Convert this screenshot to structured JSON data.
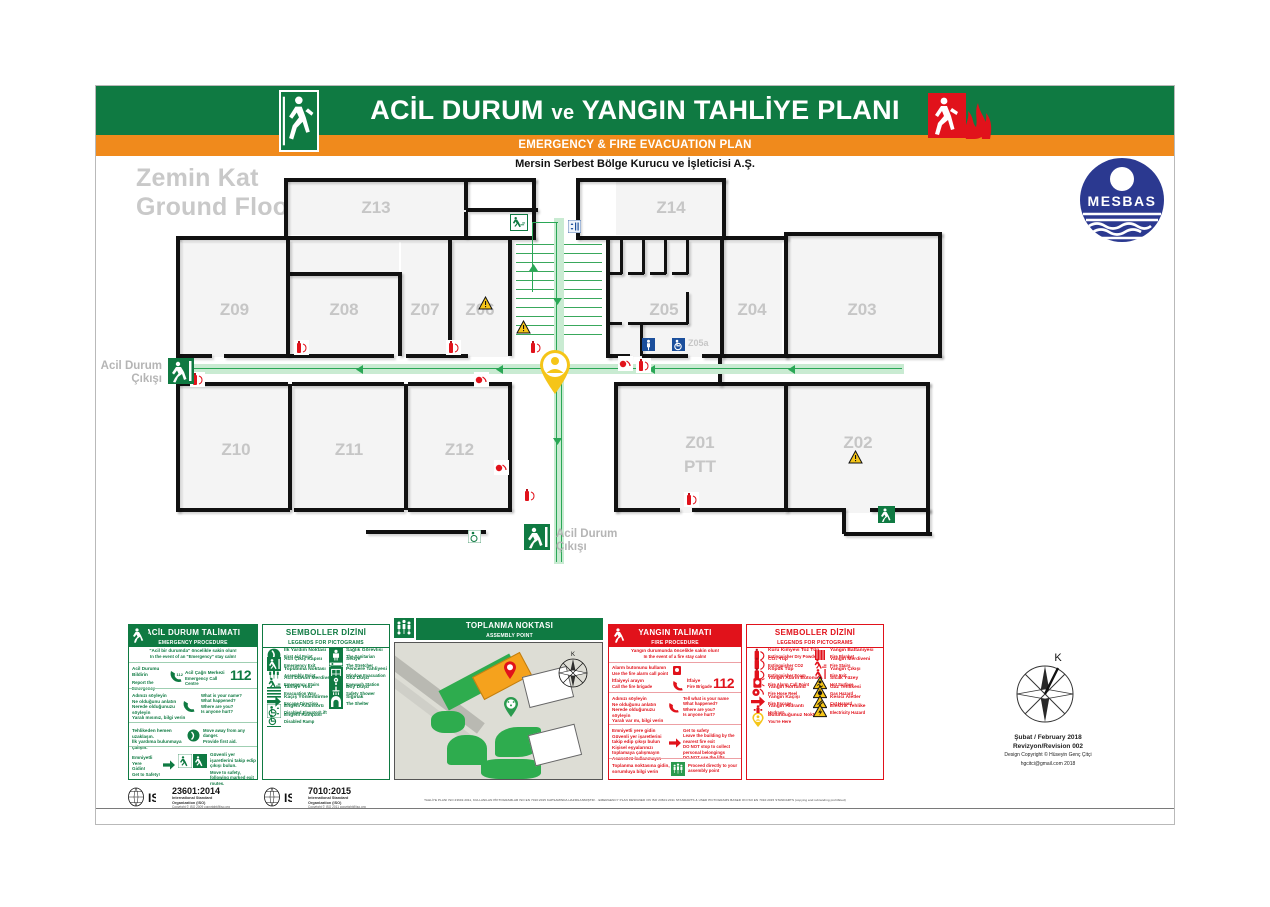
{
  "header": {
    "title_main": "ACİL DURUM",
    "title_ve": "ve",
    "title_rest": "YANGIN TAHLİYE PLANI",
    "subtitle": "EMERGENCY & FIRE EVACUATION PLAN",
    "company": "Mersin Serbest Bölge Kurucu ve İşleticisi A.Ş.",
    "logo_text": "MESBAS",
    "exit_icon": "running-person-exit-icon",
    "fire_icon": "fire-running-person-icon"
  },
  "floor": {
    "label_tr": "Zemin Kat",
    "label_en": "Ground Floor"
  },
  "plan": {
    "rooms": [
      {
        "id": "Z13",
        "label": "Z13"
      },
      {
        "id": "Z14",
        "label": "Z14"
      },
      {
        "id": "Z09",
        "label": "Z09"
      },
      {
        "id": "Z08",
        "label": "Z08"
      },
      {
        "id": "Z07",
        "label": "Z07"
      },
      {
        "id": "Z06",
        "label": "Z06"
      },
      {
        "id": "Z05",
        "label": "Z05"
      },
      {
        "id": "Z05a",
        "label": "Z05a"
      },
      {
        "id": "Z04",
        "label": "Z04"
      },
      {
        "id": "Z03",
        "label": "Z03"
      },
      {
        "id": "Z10",
        "label": "Z10"
      },
      {
        "id": "Z11",
        "label": "Z11"
      },
      {
        "id": "Z12",
        "label": "Z12"
      },
      {
        "id": "Z01",
        "label": "Z01"
      },
      {
        "id": "Z01b",
        "label": "PTT"
      },
      {
        "id": "Z02",
        "label": "Z02"
      }
    ],
    "exit_label_tr": "Acil Durum",
    "exit_label_en": "Çıkışı",
    "you_are_here": "you-are-here-marker"
  },
  "legend_emergency": {
    "title_tr": "ACİL DURUM TALİMATI",
    "title_en": "EMERGENCY PROCEDURE",
    "intro_tr": "\"Acil bir durumda\" öncelikle sakin olun!",
    "intro_en": "In the event of an \"Emergency\" stay calm!",
    "rows": [
      {
        "left_tr": "Acil Durumu Bildirin",
        "left_en": "Report the Emergency",
        "mid_tr": "Acil Çağrı Merkezi",
        "mid_en": "Emergency Call Centre",
        "number": "112"
      },
      {
        "left_tr": "Adınızı söyleyin\nNe olduğunu anlatın\nNerede olduğunuzu söyleyin\nYaralı mısınız, bilgi verin",
        "right_en": "What is your name?\nWhat happened?\nWhere are you?\nIs anyone hurt?"
      },
      {
        "left_tr": "Tehlikeden hemen uzaklaşın.\nİlk yardıma bulunmaya çalışın.",
        "right_en": "Move away from any danger.\nProvide first aid."
      },
      {
        "left_tr": "Emniyetli Yere\nGidin!",
        "left_en": "Get to Safety!",
        "right_tr": "Güvenli yer işaretlerini takip edip çıkışı bulun.",
        "right_en": "Move to safety, following marked exit routes."
      }
    ]
  },
  "legend_symbols_green": {
    "title_tr": "SEMBOLLER DİZİNİ",
    "title_en": "LEGENDS FOR PICTOGRAMS",
    "items": [
      {
        "icon": "first-aid-icon",
        "tr": "İlk Yardım Noktası",
        "en": "First Aid Point"
      },
      {
        "icon": "emergency-exit-icon",
        "tr": "Acil Çıkış Kapısı",
        "en": "Emergency Exit"
      },
      {
        "icon": "assembly-point-icon",
        "tr": "Toplanma Noktası",
        "en": "Assembly Point"
      },
      {
        "icon": "emergency-stairs-icon",
        "tr": "Acil Durum Merdiveni",
        "en": "Emergency Stairs"
      },
      {
        "icon": "evacuation-way-icon",
        "tr": "Tahliye Yolu",
        "en": "Evacuation Way"
      },
      {
        "icon": "escape-direction-icon",
        "tr": "Kaçış Yönlendirme",
        "en": "Escape Direction"
      },
      {
        "icon": "disabled-elevator-icon",
        "tr": "Engelli Asansörü",
        "en": "Disabled Elevator/Lift"
      },
      {
        "icon": "disabled-ramp-icon",
        "tr": "Engelli Rampası",
        "en": "Disabled Ramp"
      },
      {
        "icon": "stretcher-station-icon",
        "tr": "Sağlık Görevlisi",
        "en": "The Sanitarian"
      },
      {
        "icon": "stretcher-icon",
        "tr": "Sedye",
        "en": "The Stretcher"
      },
      {
        "icon": "window-breaker-icon",
        "tr": "Pencere Tahliyesi",
        "en": "Window Evacuation"
      },
      {
        "icon": "eyewash-icon",
        "tr": "Göz Duşu",
        "en": "Eyewash Station"
      },
      {
        "icon": "safety-shower-icon",
        "tr": "Boy Duşu",
        "en": "Safety Shower"
      },
      {
        "icon": "shelter-icon",
        "tr": "Sığınak",
        "en": "The Shelter"
      }
    ]
  },
  "assembly": {
    "title_tr": "TOPLANMA NOKTASI",
    "title_en": "ASSEMBLY POINT",
    "icon": "assembly-point-icon",
    "map_north": "K"
  },
  "legend_fire": {
    "title_tr": "YANGIN TALİMATI",
    "title_en": "FIRE PROCEDURE",
    "intro_tr": "Yangın durumunda öncelikle sakin olun!",
    "intro_en": "In the event of a fire stay calm!",
    "rows": [
      {
        "left_tr": "Alarm butonunu kullanın",
        "left_en": "Use the fire alarm call point"
      },
      {
        "left_tr": "İtfaiyeyi arayın",
        "left_en": "Call the fire brigade",
        "mid_tr": "İtfaiye",
        "mid_en": "Fire Brigade",
        "number": "112"
      },
      {
        "left_tr": "Adınızı söyleyin\nNe olduğunu anlatın\nNerede olduğunuzu söyleyin\nYaralı var mı, bilgi verin",
        "right_en": "Tell what is your name\nWhat happened?\nWhere are you?\nIs anyone hurt?"
      },
      {
        "left_tr": "Emniyetli yere gidin\nGüvenli yer işaretlerini takip edip çıkışı bulun\nKişisel eşyalarınızı toplamaya çalışmayın\nAsansörü kullanmayın",
        "right_en": "Get to safety\nLeave the building by the nearest fire exit\nDO NOT stop to collect personal belongings\nDO NOT use the lifts"
      },
      {
        "left_tr": "Toplanma noktasına gidin, sorumluya bilgi verin",
        "right_en": "Proceed directly to your assembly point"
      }
    ]
  },
  "legend_symbols_red": {
    "title_tr": "SEMBOLLER DİZİNİ",
    "title_en": "LEGENDS FOR PICTOGRAMS",
    "items": [
      {
        "icon": "dry-powder-extinguisher-icon",
        "tr": "Kuru Kimyevi Toz Tüp",
        "en": "Extinguisher Dry Powder"
      },
      {
        "icon": "co2-extinguisher-icon",
        "tr": "CO₂ Tüp",
        "en": "Extinguisher CO2"
      },
      {
        "icon": "foam-extinguisher-icon",
        "tr": "Köpük Tüp",
        "en": "Extinguisher Foam"
      },
      {
        "icon": "fire-alarm-call-point-icon",
        "tr": "Yangın Alarm Butonu",
        "en": "Fire Alarm Call Point"
      },
      {
        "icon": "fire-hose-reel-icon",
        "tr": "Yangın Hortumu",
        "en": "Fire Hose Reel"
      },
      {
        "icon": "fire-escape-icon",
        "tr": "Yangın Kaçışı",
        "en": "Fire Escape"
      },
      {
        "icon": "hydrant-icon",
        "tr": "Yangın Hidrantı",
        "en": "Hydrant"
      },
      {
        "icon": "you-are-here-icon",
        "tr": "Bulunduğunuz Nokta",
        "en": "You're Here"
      },
      {
        "icon": "fire-blanket-icon",
        "tr": "Yangın Battaniyesi",
        "en": "Fire Blanket"
      },
      {
        "icon": "fire-stairs-icon",
        "tr": "Yangın Merdiveni",
        "en": "Fire Stairs"
      },
      {
        "icon": "fire-exit-icon",
        "tr": "Yangın Çıkışı",
        "en": "Fire Exit"
      },
      {
        "icon": "hot-surface-icon",
        "tr": "Sıcak Yüzey",
        "en": "Hot Surface"
      },
      {
        "icon": "gas-hazard-icon",
        "tr": "Gaz Tehlikesi",
        "en": "Gas Hazard"
      },
      {
        "icon": "cut-hazard-icon",
        "tr": "Kesici Aletler",
        "en": "Cut Hazard"
      },
      {
        "icon": "electricity-hazard-icon",
        "tr": "Elektrik Tehlike",
        "en": "Electricity Hazard"
      }
    ]
  },
  "iso": [
    {
      "mark": "ISO",
      "standard": "23601:2014",
      "org1": "International Standard",
      "org2": "Organization (ISO)",
      "copyright": "Copyright © ISO 2009 copyright@iso.org"
    },
    {
      "mark": "ISO",
      "standard": "7010:2015",
      "org1": "International Standard",
      "org2": "Organization (ISO)",
      "copyright": "Copyright © ISO 2011 copyright@iso.org"
    }
  ],
  "revision": {
    "north": "K",
    "date": "Şubat / February 2018",
    "revision": "Revizyon/Revision  002",
    "designer": "Design Copyright © Hüseyin Genç Çitçi",
    "email": "hgcitci@gmail.com 2018"
  },
  "footer": {
    "text": "TAHLİYE PLANI ISO 23601:2011, KULLANILAN PİKTOGRAMLAR ISO EN 7010:2015 KAPSAMINDA HAZIRLANMIŞTIR.  .  EMERGENCY PLAN DESIGNED ON ISO 23601:2011 STANDARTS & USED PICTOGRAMS BASED ON ISO EN 7010:2015 STANDARTS (copying and rebranding prohibited)"
  },
  "colors": {
    "green": "#0f7a42",
    "orange": "#f08a1c",
    "red": "#e1121b",
    "yellow": "#f5c518",
    "navy": "#2b3990"
  }
}
